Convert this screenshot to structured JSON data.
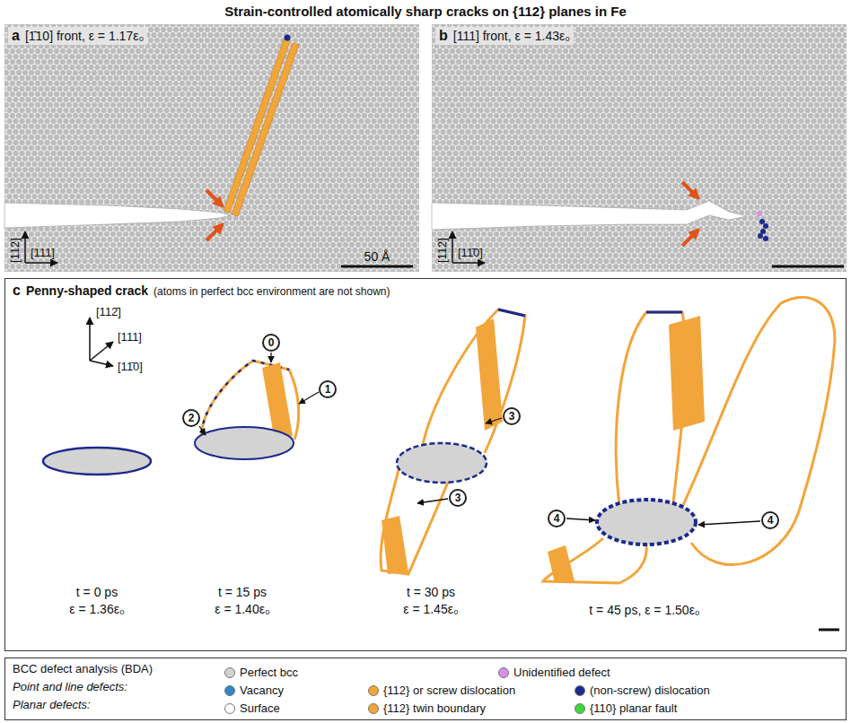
{
  "diagram": {
    "title": "Strain-controlled atomically sharp cracks on {112} planes in Fe",
    "nodes": [
      {
        "text": [
          "a",
          "[1̄10] front, ε = 1.17ε₀"
        ]
      },
      {
        "text": [
          "b",
          "[111] front, ε = 1.43ε₀"
        ]
      },
      {
        "text": [
          "c",
          "Penny-shaped crack",
          "(atoms in perfect bcc environment are not shown)"
        ]
      },
      {
        "text": [
          "BCC defect analysis (BDA)",
          "Point and line defects:",
          "Planar defects:"
        ]
      }
    ],
    "labels": [
      "[112]",
      "[111]",
      "50 Å",
      "[112]",
      "[11̄0]",
      "[112̄]",
      "[111]",
      "[11̄0]",
      "0",
      "1",
      "2",
      "3",
      "3",
      "4",
      "4",
      "t = 0 ps",
      "ε = 1.36ε₀",
      "t = 15 ps",
      "ε = 1.40ε₀",
      "t = 30 ps",
      "ε = 1.45ε₀",
      "t = 45 ps, ε = 1.50ε₀"
    ],
    "legend": [
      {
        "text": "Perfect bcc",
        "color": "#d3d3d3"
      },
      {
        "text": "Unidentified defect",
        "color": "#d98ee8"
      },
      {
        "text": "Vacancy",
        "color": "#2f86c6"
      },
      {
        "text": "{112} or screw dislocation",
        "color": "#f2a53a"
      },
      {
        "text": "(non-screw) dislocation",
        "color": "#1c2a8c"
      },
      {
        "text": "Surface",
        "color": "#ffffff"
      },
      {
        "text": "{112} twin boundary",
        "color": "#f2a53a"
      },
      {
        "text": "{110} planar fault",
        "color": "#3fd63f"
      }
    ]
  }
}
